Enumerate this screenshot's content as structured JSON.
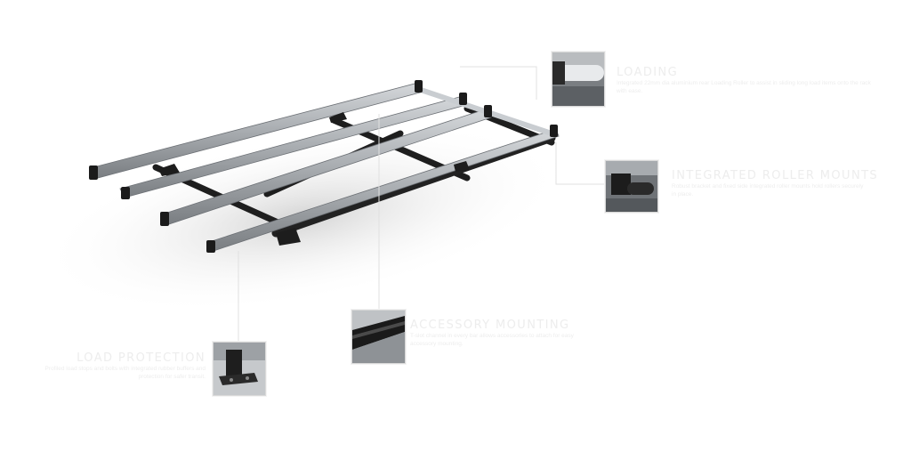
{
  "product": {
    "name": "ladder roof rack",
    "colors": {
      "rail": "#a9adb1",
      "crossbar": "#1e1e1e",
      "leader_line": "#e0e0e0",
      "callout_text": "#ededed"
    }
  },
  "callouts": [
    {
      "id": "loading",
      "icon": "roller-thumbnail",
      "title": "LOADING",
      "description": "Integrated 22mm dia aluminium rear Loading Roller to assist in sliding long load items onto the rack with ease."
    },
    {
      "id": "integrated-roller-mounts",
      "icon": "roller-mount-thumbnail",
      "title": "INTEGRATED ROLLER MOUNTS",
      "description": "Robust bracket and fixed side integrated roller mounts hold rollers securely in place."
    },
    {
      "id": "accessory-mounting",
      "icon": "accessory-channel-thumbnail",
      "title": "ACCESSORY MOUNTING",
      "description": "T-slot channel in every bar allows accessories to attach for easy accessory mounting."
    },
    {
      "id": "load-protection",
      "icon": "load-stop-thumbnail",
      "title": "LOAD PROTECTION",
      "description": "Profiled load stops and bolts with integrated rubber buffers and protection for safer transit."
    }
  ]
}
